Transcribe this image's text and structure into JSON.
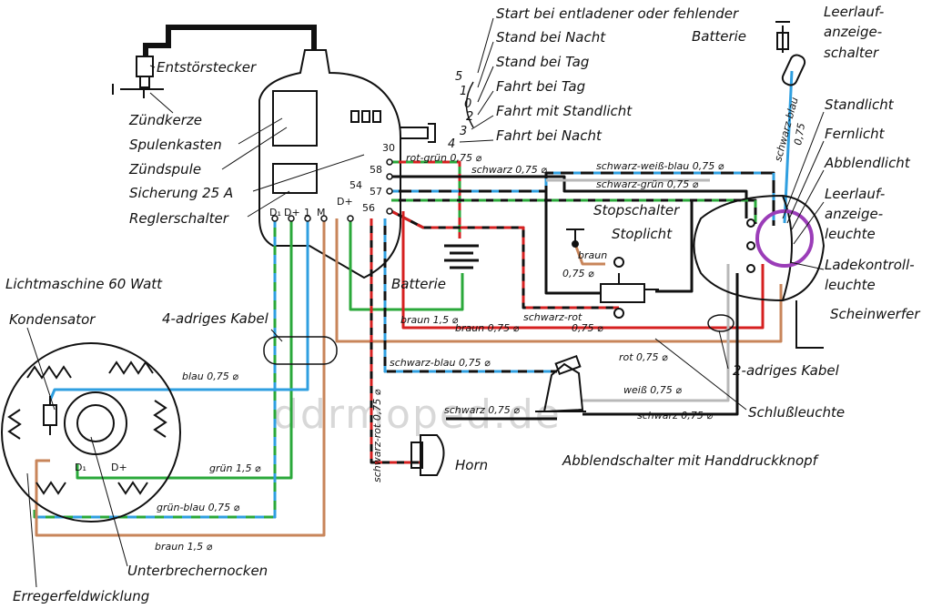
{
  "labels": {
    "entstoerstecker": "Entstörstecker",
    "zuendkerze": "Zündkerze",
    "spulenkasten": "Spulenkasten",
    "zuendspule": "Zündspule",
    "sicherung": "Sicherung 25 A",
    "reglerschalter": "Reglerschalter",
    "lichtmaschine": "Lichtmaschine 60 Watt",
    "kondensator": "Kondensator",
    "vieradriges_kabel": "4-adriges Kabel",
    "batterie_top": "Batterie",
    "batterie": "Batterie",
    "stopschalter": "Stopschalter",
    "stoplicht": "Stoplicht",
    "leerlaufanzeigeschalter": [
      "Leerlauf-",
      "anzeige-",
      "schalter"
    ],
    "standlicht": "Standlicht",
    "fernlicht": "Fernlicht",
    "abblendlicht": "Abblendlicht",
    "leerlaufanzeigeleuchte": [
      "Leerlauf-",
      "anzeige-",
      "leuchte"
    ],
    "ladekontrollleuchte": [
      "Ladekontroll-",
      "leuchte"
    ],
    "scheinwerfer": "Scheinwerfer",
    "zweiadriges_kabel": "2-adriges Kabel",
    "schlussleuchte": "Schlußleuchte",
    "horn": "Horn",
    "abblendschalter": "Abblendschalter mit Handdruckknopf",
    "unterbrechernocken": "Unterbrechernocken",
    "erregerfeldwicklung": "Erregerfeldwicklung",
    "watermark": "ddrmoped.de"
  },
  "switch_positions": [
    {
      "num": "5",
      "text": "Start bei entladener oder fehlender"
    },
    {
      "num": "1",
      "text": "Stand bei Nacht"
    },
    {
      "num": "0",
      "text": "Stand bei Tag"
    },
    {
      "num": "2",
      "text": "Fahrt bei Tag"
    },
    {
      "num": "3",
      "text": "Fahrt mit Standlicht"
    },
    {
      "num": "4",
      "text": "Fahrt bei Nacht"
    }
  ],
  "terminals": {
    "t30": "30",
    "t58": "58",
    "t57": "57",
    "t54": "54",
    "t56": "56",
    "d1": "D₁",
    "dplus": "D+",
    "one": "1",
    "m": "M",
    "dplus2": "D+",
    "gen_d1": "D₁",
    "gen_dplus": "D+"
  },
  "wires": {
    "rot_gruen": "rot-grün 0,75 ⌀",
    "schwarz_075": "schwarz 0,75 ⌀",
    "schwarz_weiss_blau": "schwarz-weiß-blau 0,75 ⌀",
    "schwarz_gruen": "schwarz-grün 0,75 ⌀",
    "schwarz_blau_v": "schwarz-blau",
    "v075": "0,75",
    "braun_small": "braun",
    "braun_small_075": "0,75 ⌀",
    "braun_15_top": "braun 1,5 ⌀",
    "braun_075": "braun 0,75 ⌀",
    "schwarz_rot": "schwarz-rot",
    "schwarz_rot_075": "0,75 ⌀",
    "rot_075": "rot 0,75 ⌀",
    "schwarz_blau": "schwarz-blau 0,75 ⌀",
    "schwarz_rot_v": "schwarz-rot 0,75 ⌀",
    "weiss": "weiß 0,75 ⌀",
    "schwarz_horn": "schwarz 0,75 ⌀",
    "schwarz_ab": "schwarz 0,75 ⌀",
    "blau": "blau 0,75 ⌀",
    "gruen": "grün 1,5 ⌀",
    "gruen_blau": "grün-blau 0,75 ⌀",
    "braun_15_bottom": "braun 1,5 ⌀"
  },
  "colors": {
    "black": "#111111",
    "red": "#d62020",
    "green": "#2aa83a",
    "blue": "#2f9fe0",
    "brown": "#c8855a",
    "gray": "#b8b8b8",
    "highlight": "#9b3db8"
  }
}
